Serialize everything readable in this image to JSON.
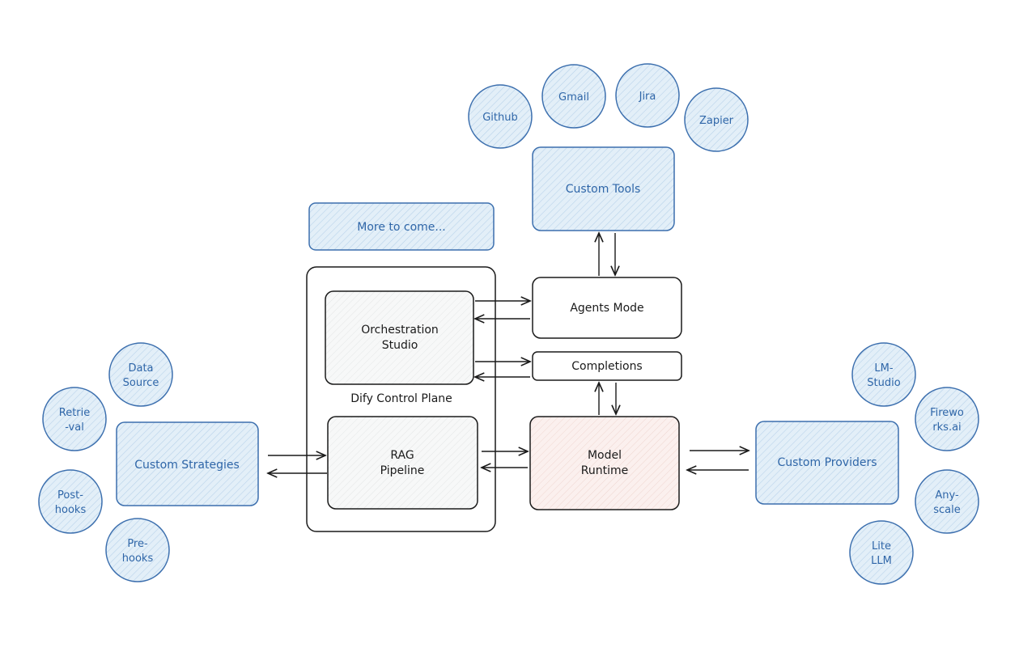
{
  "colors": {
    "blue_stroke": "#3c6fae",
    "blue_fill": "#e3eff8",
    "dark_stroke": "#1a1a1a",
    "model_fill": "#f7e7e4",
    "neutral_fill": "#f6f7f7"
  },
  "tools": {
    "github": "Github",
    "gmail": "Gmail",
    "jira": "Jira",
    "zapier": "Zapier",
    "custom_tools": "Custom Tools"
  },
  "more_to_come": "More to come...",
  "control_plane": {
    "label": "Dify Control Plane",
    "orchestration_line1": "Orchestration",
    "orchestration_line2": "Studio",
    "rag_line1": "RAG",
    "rag_line2": "Pipeline"
  },
  "agents_mode": "Agents Mode",
  "completions": "Completions",
  "model_runtime_line1": "Model",
  "model_runtime_line2": "Runtime",
  "strategies": {
    "custom_strategies": "Custom Strategies",
    "data_source_line1": "Data",
    "data_source_line2": "Source",
    "retrieval_line1": "Retrie",
    "retrieval_line2": "-val",
    "posthooks_line1": "Post-",
    "posthooks_line2": "hooks",
    "prehooks_line1": "Pre-",
    "prehooks_line2": "hooks"
  },
  "providers": {
    "custom_providers": "Custom Providers",
    "lmstudio_line1": "LM-",
    "lmstudio_line2": "Studio",
    "fireworks_line1": "Firewo",
    "fireworks_line2": "rks.ai",
    "anyscale_line1": "Any-",
    "anyscale_line2": "scale",
    "litellm_line1": "Lite",
    "litellm_line2": "LLM"
  }
}
